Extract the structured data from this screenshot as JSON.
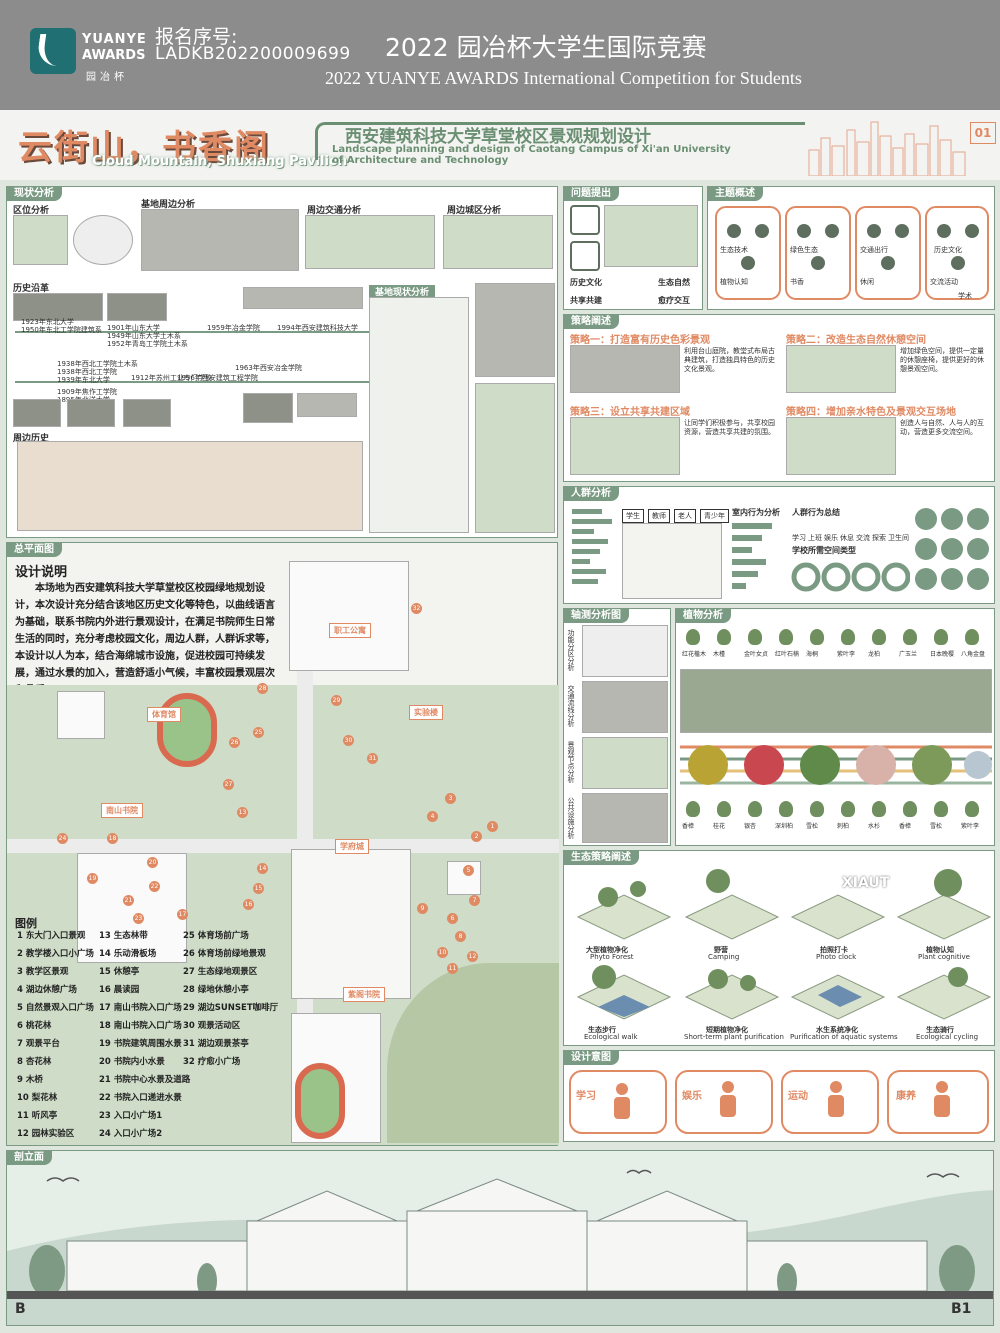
{
  "header": {
    "logo_line1": "YUANYE",
    "logo_line2": "AWARDS",
    "logo_line3": "园冶杯",
    "reg_label": "报名序号:",
    "reg_number": "LADKB202200009699",
    "competition_zh": "2022 园冶杯大学生国际竞赛",
    "competition_en": "2022 YUANYE AWARDS International Competition for  Students"
  },
  "title": {
    "main_zh": "云街山，书香阁",
    "main_en": "Cloud Mountain, Shuxiang Pavilion",
    "subtitle_zh": "西安建筑科技大学草堂校区景观规划设计",
    "subtitle_en_1": "Landscape planning and design of Caotang Campus of Xi'an University",
    "subtitle_en_2": "of Architecture and Technology",
    "page_number": "01"
  },
  "sections": {
    "status": "现状分析",
    "location": "区位分析",
    "base_info": "基地周边分析",
    "surrounding": "周边交通分析",
    "surrounding2": "周边城区分析",
    "history": "历史沿革",
    "site_analysis": "基地现状分析",
    "nearby_history": "周边历史",
    "problem": "问题提出",
    "theme": "主题概述",
    "strategy": "策略阐述",
    "crowd": "人群分析",
    "plan": "总平面图",
    "axis": "轴测分析图",
    "plants": "植物分析",
    "eco": "生态策略阐述",
    "activity": "设计意图",
    "section": "剖立面"
  },
  "history_items": [
    "1923年东北大学",
    "1950年东北工学院建筑系",
    "1901年山东大学",
    "1949年山东大学土木系",
    "1952年青岛工学院土木系",
    "1938年西北工学院土木系",
    "1938年西北工学院",
    "1939年东北大学",
    "1909年焦作工学院",
    "1895年北洋大学",
    "1912年苏州工业专门学校",
    "1956年西安建筑工程学院",
    "1963年西安冶金学院",
    "1994年西安建筑科技大学",
    "1959年冶金学院"
  ],
  "problem": {
    "items": [
      "历史文化",
      "生态自然",
      "共享共建",
      "愈疗交互"
    ]
  },
  "theme": {
    "items": [
      "生态技术",
      "绿色生态",
      "交通出行",
      "历史文化",
      "植物认知",
      "书香",
      "休闲",
      "交流活动",
      "学术"
    ]
  },
  "strategies": [
    {
      "label": "策略一：打造富有历史色彩景观",
      "text": "利用台山庭院，教堂式布局古典建筑，打造独具特色的历史文化景观。"
    },
    {
      "label": "策略二：改造生态自然休憩空间",
      "text": "增加绿色空间，提供一定量的休憩座椅，提供更好的休憩景观空间。"
    },
    {
      "label": "策略三：设立共享共建区域",
      "text": "让同学们积极参与，共享校园资源，营造共享共建的氛围。"
    },
    {
      "label": "策略四：增加亲水特色及景观交互场地",
      "text": "创造人与自然、人与人的互动，营造更多交流空间。"
    }
  ],
  "crowd": {
    "groups": [
      "学生",
      "教师",
      "老人",
      "青少年"
    ],
    "labels": [
      "室内行为分析",
      "人群行为总结",
      "学校所需空间类型"
    ],
    "activities": [
      "学习",
      "上班",
      "娱乐",
      "休息",
      "交流",
      "探索",
      "卫生间"
    ]
  },
  "plan": {
    "design_title": "设计说明",
    "design_text": "本场地为西安建筑科技大学草堂校区校园绿地规划设计，本次设计充分结合该地区历史文化等特色，以曲线语言为基础，联系书院内外进行景观设计，在满足书院师生日常生活的同时，充分考虑校园文化，周边人群，人群诉求等，本设计以人为本，结合海绵城市设施，促进校园可持续发展，通过水景的加入，营造舒适小气候，丰富校园景观层次和品质。",
    "legend_title": "图例",
    "legend": [
      "1 东大门入口景观",
      "2 教学楼入口小广场",
      "3 教学区景观",
      "4 湖边休憩广场",
      "5 自然景观入口广场",
      "6 桃花林",
      "7 观景平台",
      "8 杏花林",
      "9 木桥",
      "10 梨花林",
      "11 听风亭",
      "12 园林实验区",
      "13 生态林带",
      "14 乐动滑板场",
      "15 休憩亭",
      "16 晨读园",
      "17 南山书院入口广场",
      "18 南山书院入口广场",
      "19 书院建筑周围水景",
      "20 书院内小水景",
      "21 书院中心水景及道路",
      "22 书院入口递进水景",
      "23 入口小广场1",
      "24 入口小广场2",
      "25 体育场前广场",
      "26 体育场前绿地景观",
      "27 生态绿地观景区",
      "28 绿地休憩小亭",
      "29 湖边SUNSET咖啡厅",
      "30 观景活动区",
      "31 湖边观景茶亭",
      "32 疗愈小广场"
    ],
    "tags": [
      "职工公寓",
      "体育馆",
      "实验楼",
      "南山书院",
      "学府城",
      "紫阁书院"
    ]
  },
  "axis": {
    "items": [
      "功能分区分析",
      "交通流线分析",
      "景观节点分析",
      "公共设施分析"
    ]
  },
  "plants": {
    "top_row": [
      "红花檵木",
      "木槿",
      "金叶女贞",
      "红叶石楠",
      "海桐",
      "紫叶李",
      "龙柏",
      "广玉兰",
      "日本晚樱",
      "八角金盘"
    ],
    "bottom_row": [
      "香樟",
      "桂花",
      "银杏",
      "深圳柏",
      "雪松",
      "刺柏",
      "水杉",
      "香樟",
      "雪松",
      "紫叶李"
    ]
  },
  "eco": {
    "items": [
      {
        "zh": "大型植物净化",
        "en": "Phyto Forest"
      },
      {
        "zh": "野营",
        "en": "Camping"
      },
      {
        "zh": "拍照打卡",
        "en": "Photo clock"
      },
      {
        "zh": "植物认知",
        "en": "Plant cognitive"
      },
      {
        "zh": "生态步行",
        "en": "Ecological walk"
      },
      {
        "zh": "短期植物净化",
        "en": "Short-term plant purification"
      },
      {
        "zh": "水生系统净化",
        "en": "Purification of aquatic systems"
      },
      {
        "zh": "生态骑行",
        "en": "Ecological cycling"
      }
    ],
    "sign": "XIAUT"
  },
  "activity": {
    "items": [
      "学习",
      "娱乐",
      "运动",
      "康养"
    ]
  },
  "section_marks": {
    "left": "B",
    "right": "B1"
  },
  "colors": {
    "accent": "#e08a64",
    "green": "#7a9a83",
    "bg": "#dfe6de"
  }
}
